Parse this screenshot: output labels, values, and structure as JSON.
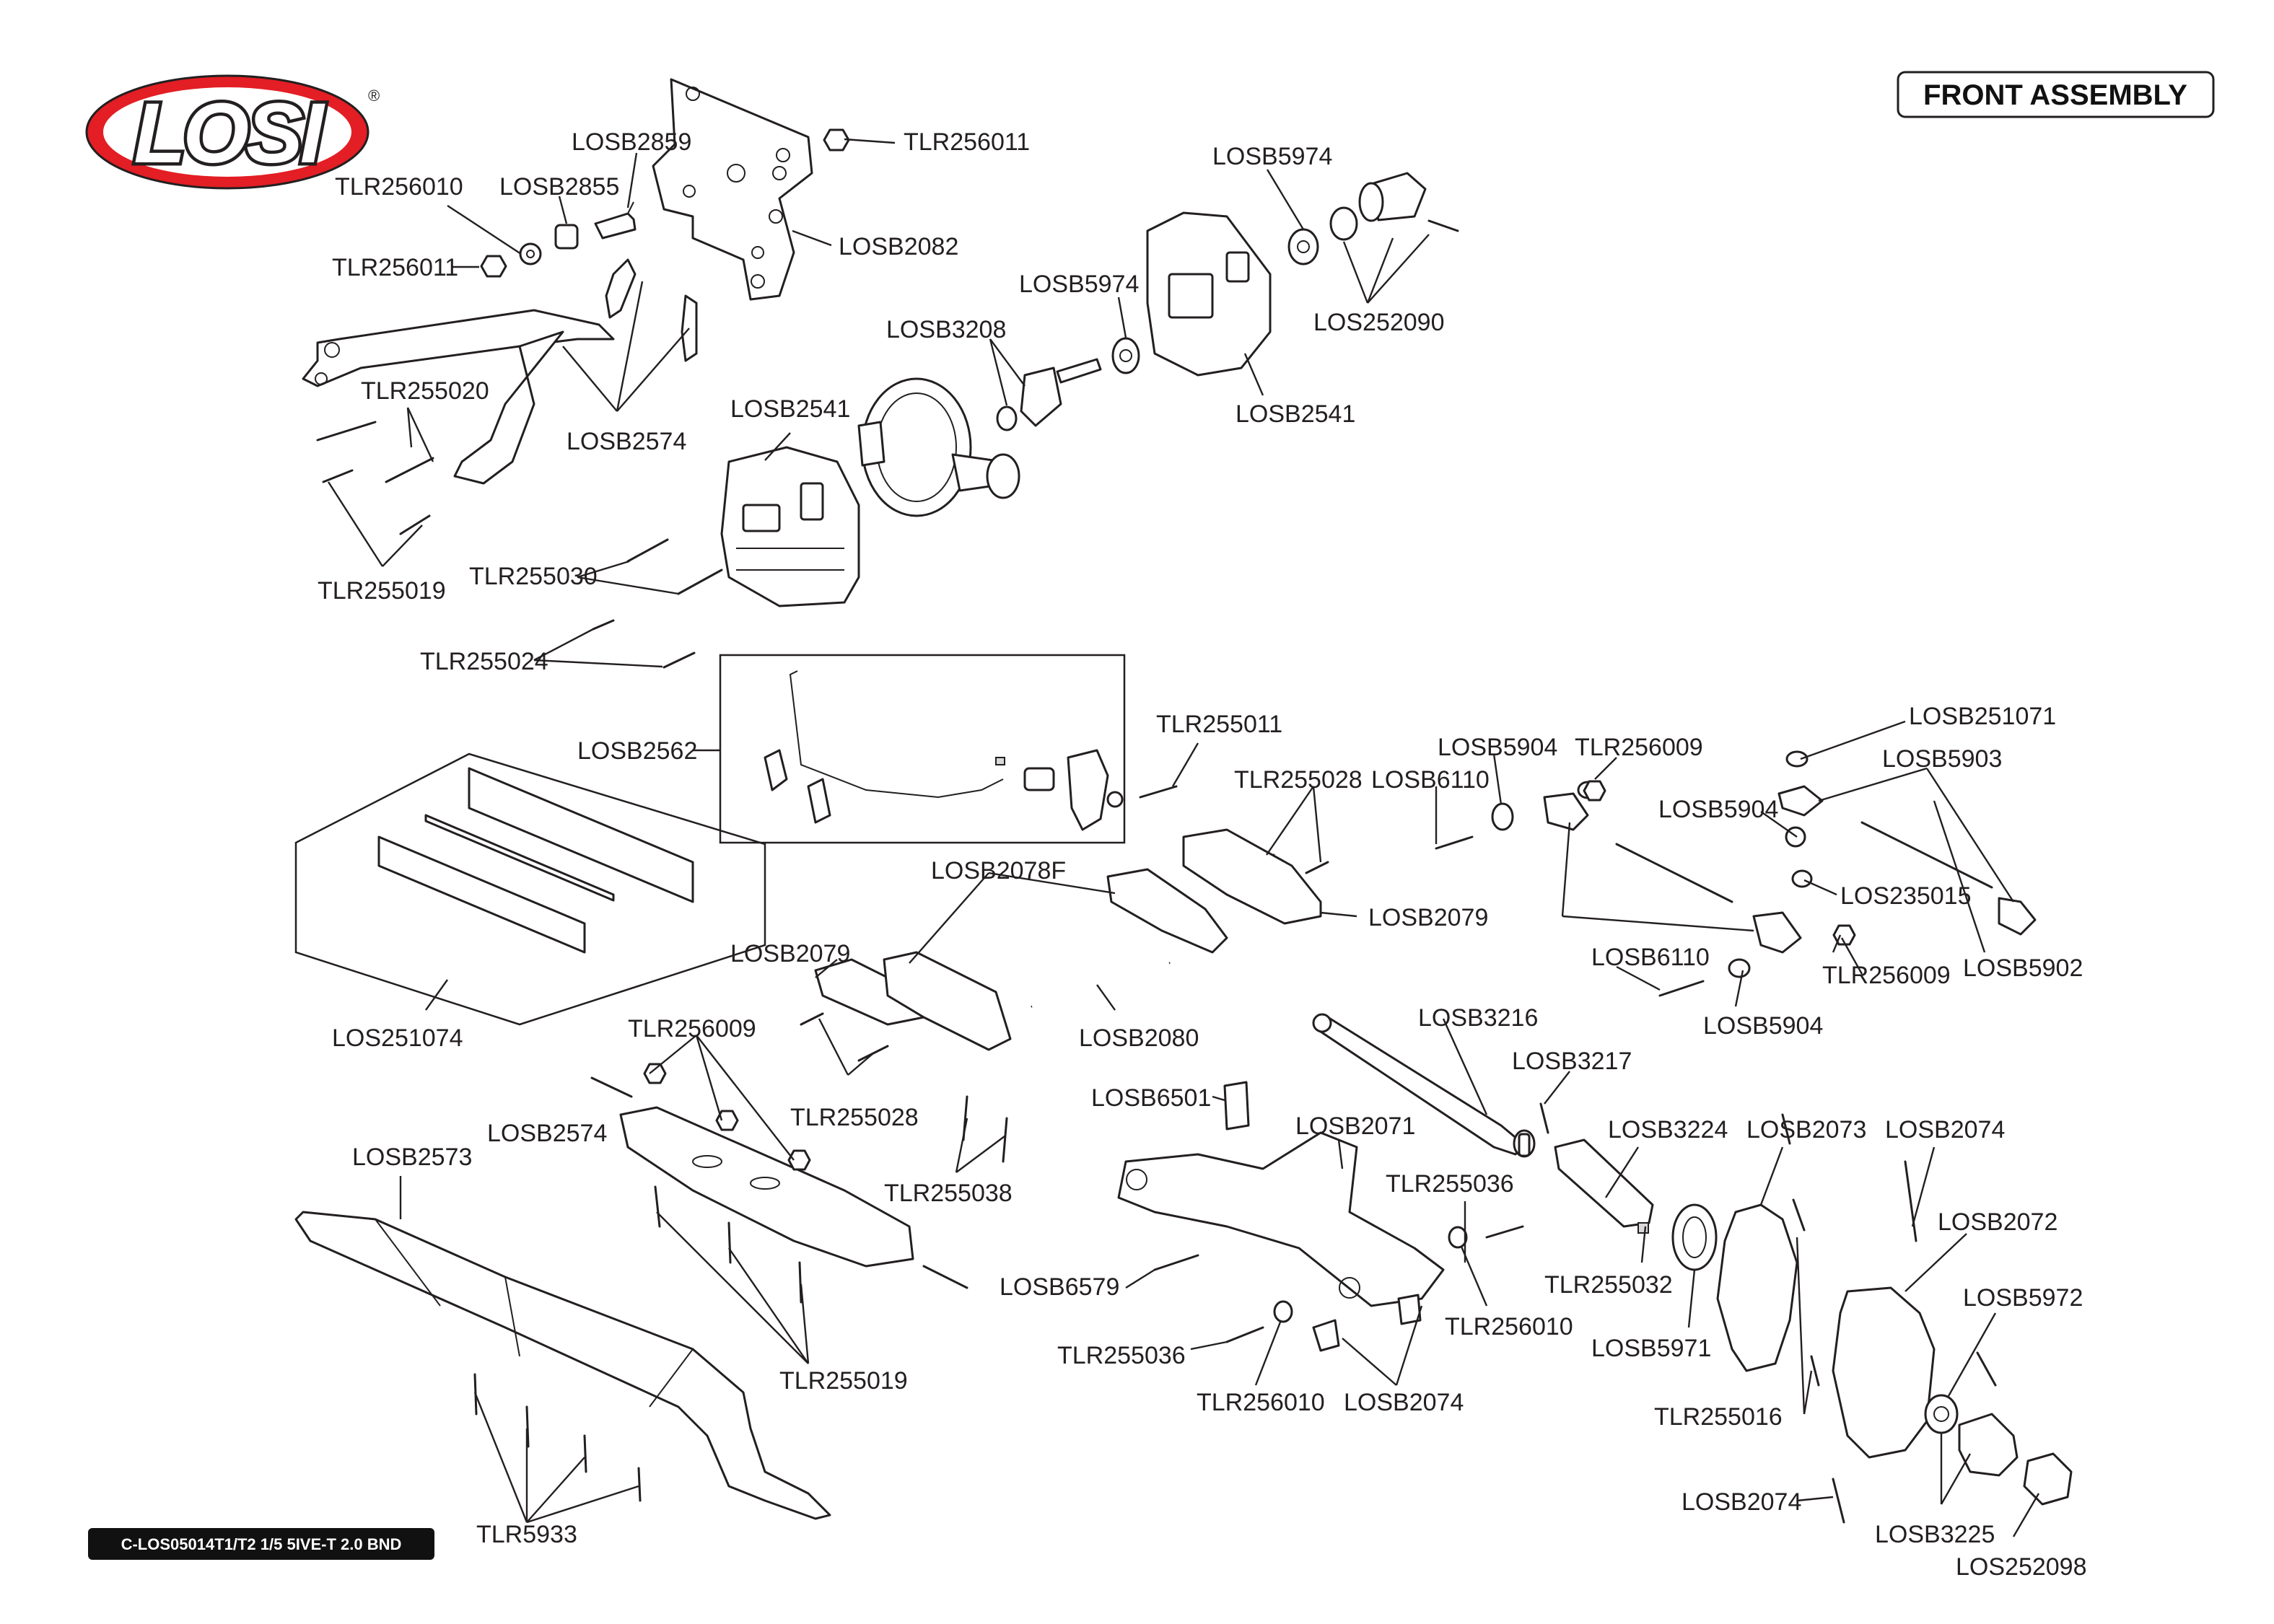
{
  "header": {
    "brand": "LOSI",
    "registered": "®",
    "assembly_title": "FRONT ASSEMBLY"
  },
  "footer": {
    "part_code": "C-LOS05014T1/T2 1/5 5IVE-T 2.0 BND"
  },
  "colors": {
    "brand_red": "#e31e24",
    "ink": "#231f20",
    "footer_bg": "#111111"
  },
  "callouts": [
    "LOSB2859",
    "TLR256011",
    "TLR256010",
    "LOSB2855",
    "LOSB2082",
    "TLR256011",
    "LOSB5974",
    "LOSB5974",
    "LOS252090",
    "LOSB3208",
    "LOSB2541",
    "TLR255020",
    "LOSB2574",
    "LOSB2541",
    "TLR255019",
    "TLR255030",
    "TLR255024",
    "LOSB2562",
    "TLR255011",
    "LOSB251071",
    "LOSB5904",
    "TLR256009",
    "LOSB5903",
    "TLR255028",
    "LOSB6110",
    "LOSB5904",
    "LOSB2079",
    "LOSB2078F",
    "LOS235015",
    "LOSB5902",
    "LOSB2079",
    "LOSB6110",
    "TLR256009",
    "LOS251074",
    "LOSB2080",
    "LOSB5904",
    "TLR256009",
    "LOSB3216",
    "LOSB3217",
    "LOSB6501",
    "LOSB2574",
    "TLR255028",
    "LOSB2071",
    "LOSB3224",
    "LOSB2073",
    "LOSB2074",
    "LOSB2573",
    "TLR255038",
    "TLR255036",
    "LOSB2072",
    "TLR255032",
    "LOSB6579",
    "LOSB5972",
    "TLR256010",
    "LOSB5971",
    "TLR255019",
    "TLR255036",
    "TLR256010",
    "LOSB2074",
    "TLR255016",
    "LOSB2074",
    "TLR5933",
    "LOSB3225",
    "LOS252098"
  ]
}
